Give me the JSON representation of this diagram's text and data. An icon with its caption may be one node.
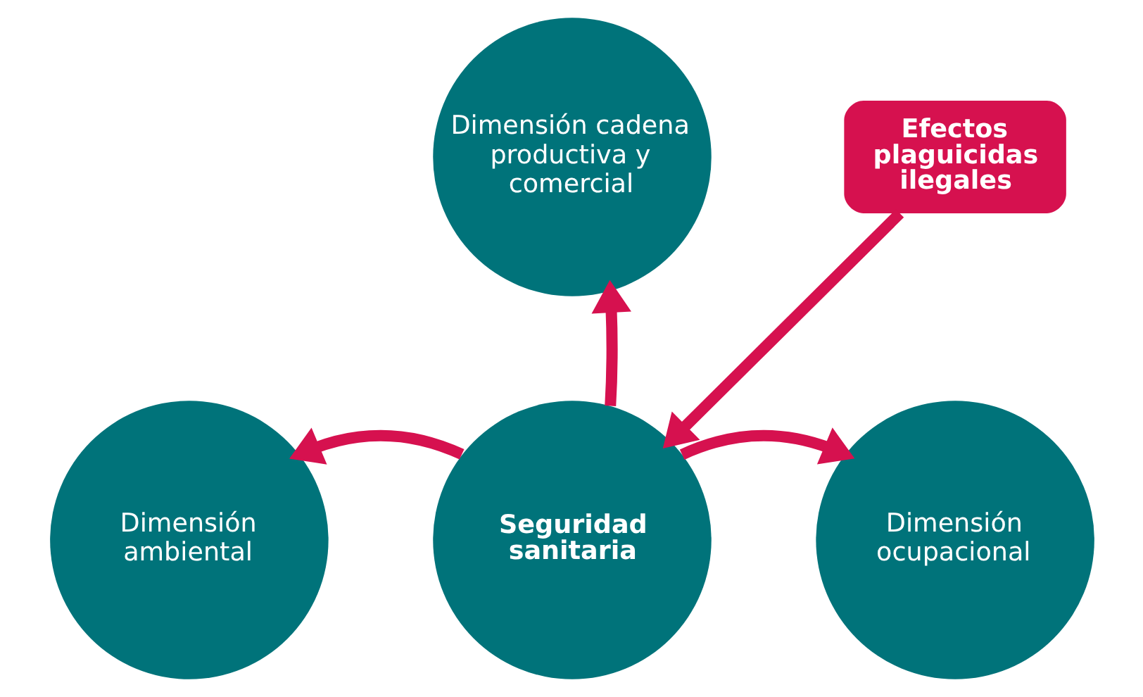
{
  "diagram": {
    "nodes": [
      {
        "text": [
          "Dimensión cadena productiva y comercial"
        ]
      },
      {
        "text": [
          "Efectos plaguicidas ilegales"
        ]
      },
      {
        "text": [
          "Dimensión ambiental"
        ]
      },
      {
        "text": [
          "Seguridad sanitaria"
        ]
      },
      {
        "text": [
          "Dimensión ocupacional"
        ]
      }
    ],
    "edges": [
      {
        "from": 3,
        "to": 0,
        "arrow": "to"
      },
      {
        "from": 1,
        "to": 3,
        "arrow": "to"
      },
      {
        "from": 3,
        "to": 2,
        "arrow": "to"
      },
      {
        "from": 3,
        "to": 4,
        "arrow": "to"
      }
    ]
  }
}
